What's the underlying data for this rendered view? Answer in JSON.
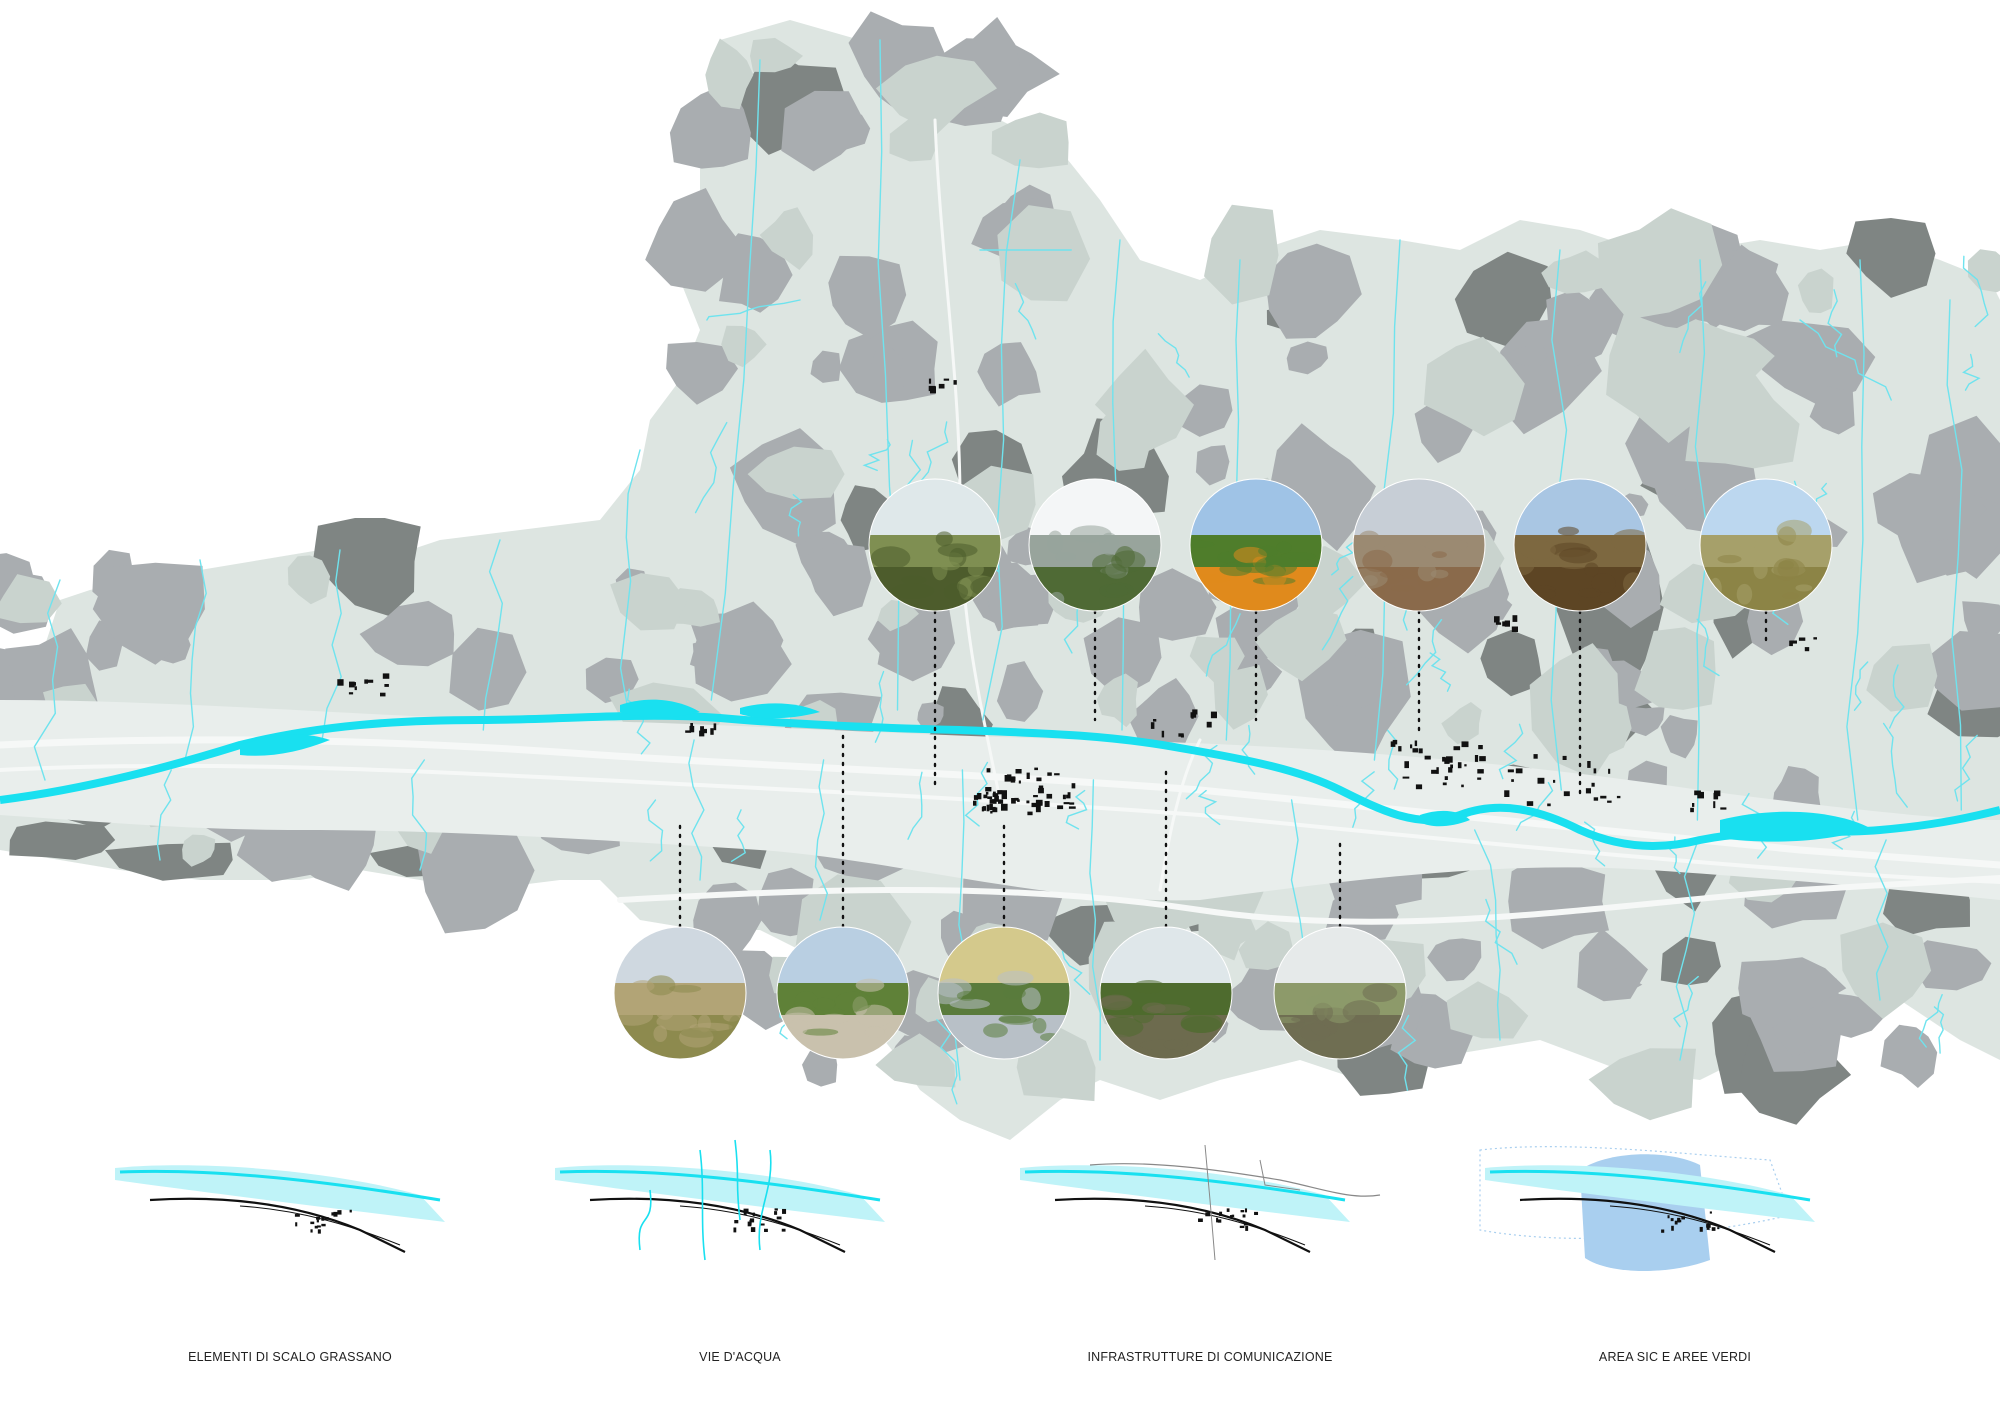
{
  "colors": {
    "background": "#ffffff",
    "land_dark": "#7f8583",
    "land_mid": "#a9adb0",
    "land_light": "#c9d3ce",
    "land_pale": "#dde5e1",
    "river": "#19e0f0",
    "stream": "#6fe3ee",
    "road": "#f4f6f5",
    "buildings": "#111111",
    "sic_area": "#a9cfef"
  },
  "photo_stops_top": [
    {
      "name": "olive-grove",
      "sky": "#dfe8ea",
      "mid": "#7f8f52",
      "ground": "#4d5c2c"
    },
    {
      "name": "vegetable-field",
      "sky": "#f4f6f7",
      "mid": "#98a49c",
      "ground": "#4f6a35"
    },
    {
      "name": "orange-orchard",
      "sky": "#9fc3e6",
      "mid": "#4f7d2b",
      "ground": "#e08a1c"
    },
    {
      "name": "plowed-field",
      "sky": "#c7ced6",
      "mid": "#9b8a72",
      "ground": "#8a6a4b"
    },
    {
      "name": "brown-field",
      "sky": "#a9c6e3",
      "mid": "#7d6840",
      "ground": "#5d4524"
    },
    {
      "name": "grassland",
      "sky": "#bcd7ef",
      "mid": "#a6a06a",
      "ground": "#8c8446"
    }
  ],
  "photo_stops_bottom": [
    {
      "name": "hillside-meadow",
      "sky": "#cfd8e0",
      "mid": "#b2a476",
      "ground": "#8d8a4e"
    },
    {
      "name": "riparian-shrubs",
      "sky": "#b9cfe2",
      "mid": "#5f8138",
      "ground": "#c9c1ad"
    },
    {
      "name": "stream-bed",
      "sky": "#d4c98c",
      "mid": "#5a7b3c",
      "ground": "#b8c0c7"
    },
    {
      "name": "maquis",
      "sky": "#dfe7ea",
      "mid": "#4e6b2e",
      "ground": "#6d6b4e"
    },
    {
      "name": "shrubland",
      "sky": "#e6eaea",
      "mid": "#8d9a6a",
      "ground": "#6f6e52"
    }
  ],
  "diagrams": [
    {
      "caption": "ELEMENTI DI SCALO GRASSANO",
      "layer": "elements"
    },
    {
      "caption": "VIE D'ACQUA",
      "layer": "waterways"
    },
    {
      "caption": "INFRASTRUTTURE DI COMUNICAZIONE",
      "layer": "infrastructure"
    },
    {
      "caption": "AREA SIC E AREE VERDI",
      "layer": "green-areas"
    }
  ]
}
